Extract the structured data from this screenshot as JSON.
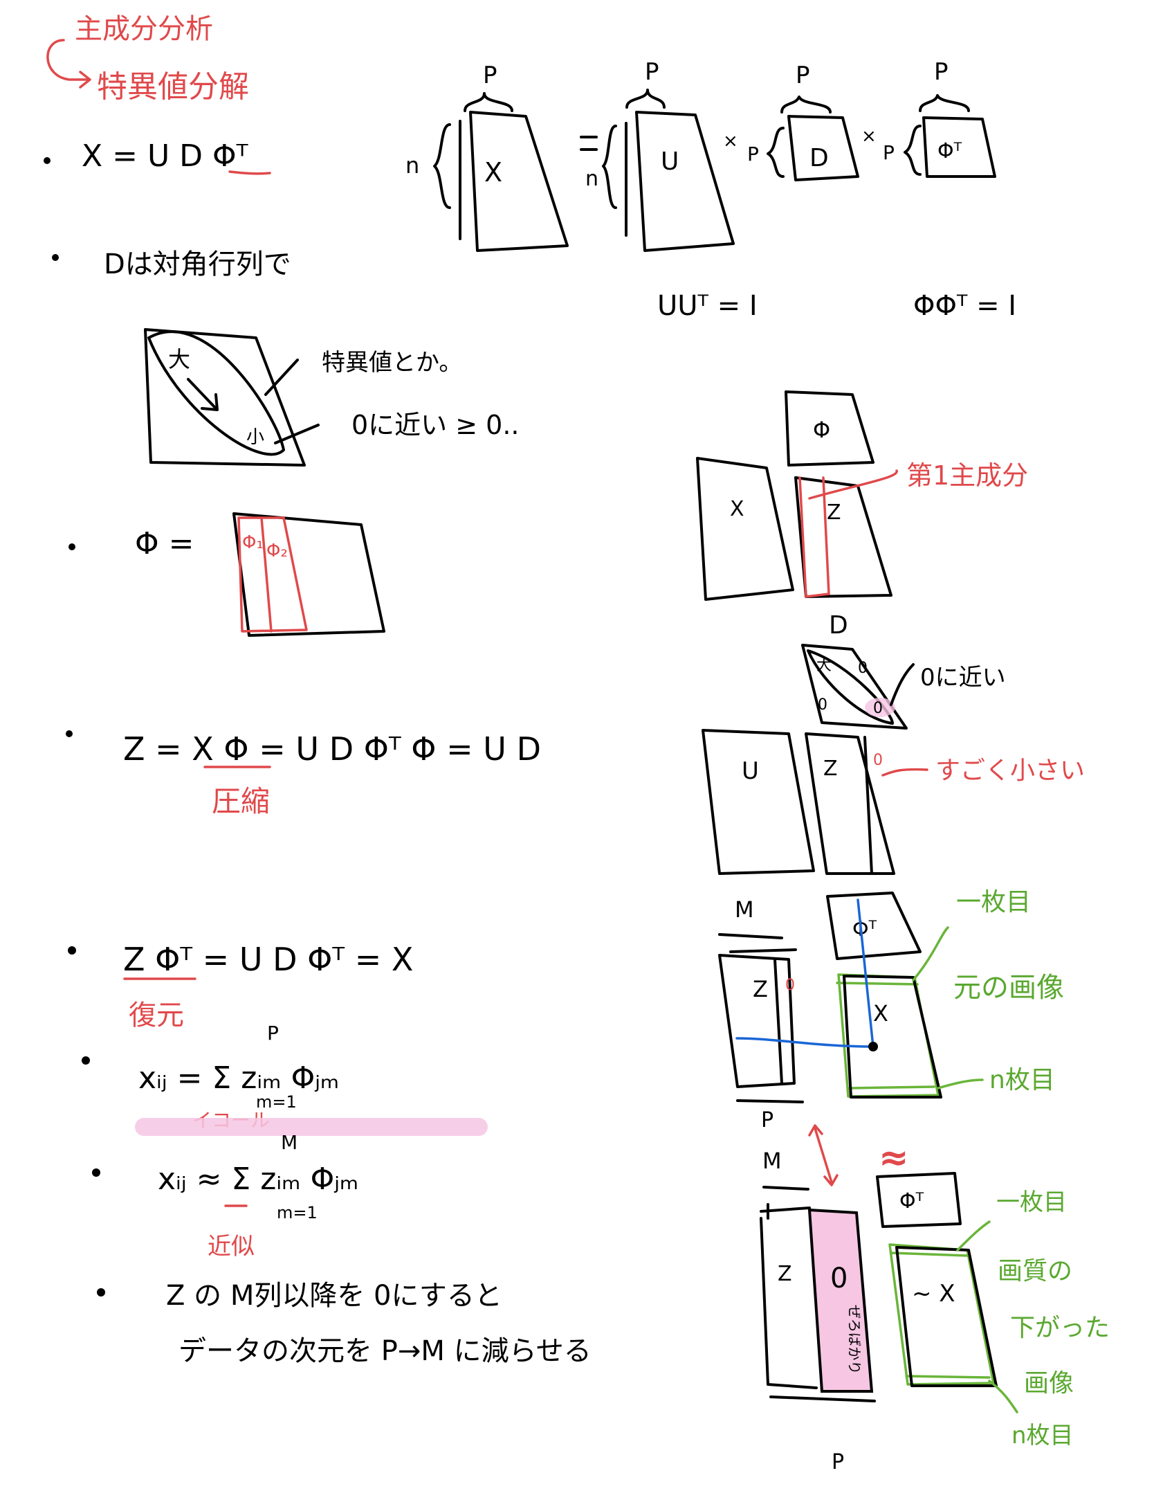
{
  "headings": {
    "pca": "主成分分析",
    "eigen": "特異値分解"
  },
  "equations": {
    "svd": "X = U D Φᵀ",
    "phi": "Φ =",
    "z": "Z = X Φ  =  U D Φᵀ Φ = U D",
    "recon": "Z Φᵀ = U D Φᵀ = X",
    "xij": "xᵢⱼ =  Σ  zᵢₘ Φⱼₘ",
    "xij_approx": "xᵢⱼ ≈  Σ  zᵢₘ Φⱼₘ",
    "sum_top_p": "P",
    "sum_top_m": "M",
    "sum_bottom": "m=1"
  },
  "notes": {
    "d_diagonal": "Dは対角行列で",
    "big": "大",
    "small": "小",
    "eigenvalues": "特異値とか。",
    "near_zero_ge": "0に近い ≥ 0..",
    "near_zero": "0に近い",
    "z_after_m": "Z の M列以降を 0にすると",
    "reduce_dim": "データの次元を P→M に減らせる"
  },
  "labels": {
    "compress": "圧縮",
    "restore": "復元",
    "equal": "イコール",
    "approx": "近似",
    "first_pc": "第1主成分",
    "very_small": "すごく小さい",
    "first": "一枚目",
    "original_image": "元の画像",
    "nth": "n枚目",
    "ss": "≈",
    "quality": "画質の",
    "lowered": "下がった",
    "image": "画像"
  },
  "svd": {
    "p": "P",
    "n": "n",
    "x": "X",
    "u": "U",
    "d": "D",
    "phi_t": "Φᵀ",
    "times": "×",
    "uu_identity": "UUᵀ = I",
    "phiphi_identity": "ΦΦᵀ = I"
  },
  "phi": {
    "phi1": "Φ₁",
    "phi2": "Φ₂"
  },
  "diag": {
    "phi": "Φ",
    "phi_t": "Φᵀ",
    "x": "X",
    "x_tilde": "~ X",
    "z": "Z",
    "u": "U",
    "d": "D",
    "m": "M",
    "big": "大",
    "zero": "0",
    "vertical": "ぜろばかり"
  }
}
